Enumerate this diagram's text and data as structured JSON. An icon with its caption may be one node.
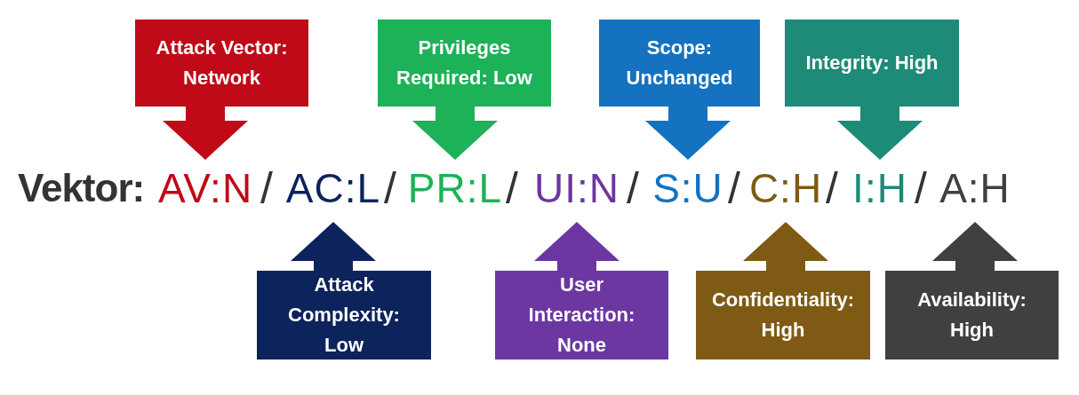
{
  "diagram": {
    "nodes": [
      {
        "text": [
          "Attack Vector: Network"
        ]
      },
      {
        "text": [
          "Privileges Required: Low"
        ]
      },
      {
        "text": [
          "Scope: Unchanged"
        ]
      },
      {
        "text": [
          "Integrity: High"
        ]
      },
      {
        "text": [
          "AV:N"
        ]
      },
      {
        "text": [
          "AC:L"
        ]
      },
      {
        "text": [
          "PR:L"
        ]
      },
      {
        "text": [
          "UI:N"
        ]
      },
      {
        "text": [
          "S:U"
        ]
      },
      {
        "text": [
          "C:H"
        ]
      },
      {
        "text": [
          "I:H"
        ]
      },
      {
        "text": [
          "A:H"
        ]
      },
      {
        "text": [
          "Attack Complexity: Low"
        ]
      },
      {
        "text": [
          "User Interaction: None"
        ]
      },
      {
        "text": [
          "Confidentiality: High"
        ]
      },
      {
        "text": [
          "Availability: High"
        ]
      }
    ],
    "edges": [
      {
        "from": 0,
        "to": 4,
        "arrow": "to",
        "style": "thick",
        "color": "#c00a17"
      },
      {
        "from": 1,
        "to": 6,
        "arrow": "to",
        "style": "thick",
        "color": "#1db158"
      },
      {
        "from": 2,
        "to": 8,
        "arrow": "to",
        "style": "thick",
        "color": "#1472c0"
      },
      {
        "from": 3,
        "to": 10,
        "arrow": "to",
        "style": "thick",
        "color": "#1e8a78"
      },
      {
        "from": 12,
        "to": 5,
        "arrow": "to",
        "style": "thick",
        "color": "#0c235b"
      },
      {
        "from": 13,
        "to": 7,
        "arrow": "to",
        "style": "thick",
        "color": "#6c37a1"
      },
      {
        "from": 14,
        "to": 9,
        "arrow": "to",
        "style": "thick",
        "color": "#7e5a14"
      },
      {
        "from": 15,
        "to": 11,
        "arrow": "to",
        "style": "thick",
        "color": "#404040"
      }
    ],
    "labels": [
      "Vektor:",
      "/",
      "/",
      "/",
      "/",
      "/",
      "/",
      "/"
    ]
  }
}
